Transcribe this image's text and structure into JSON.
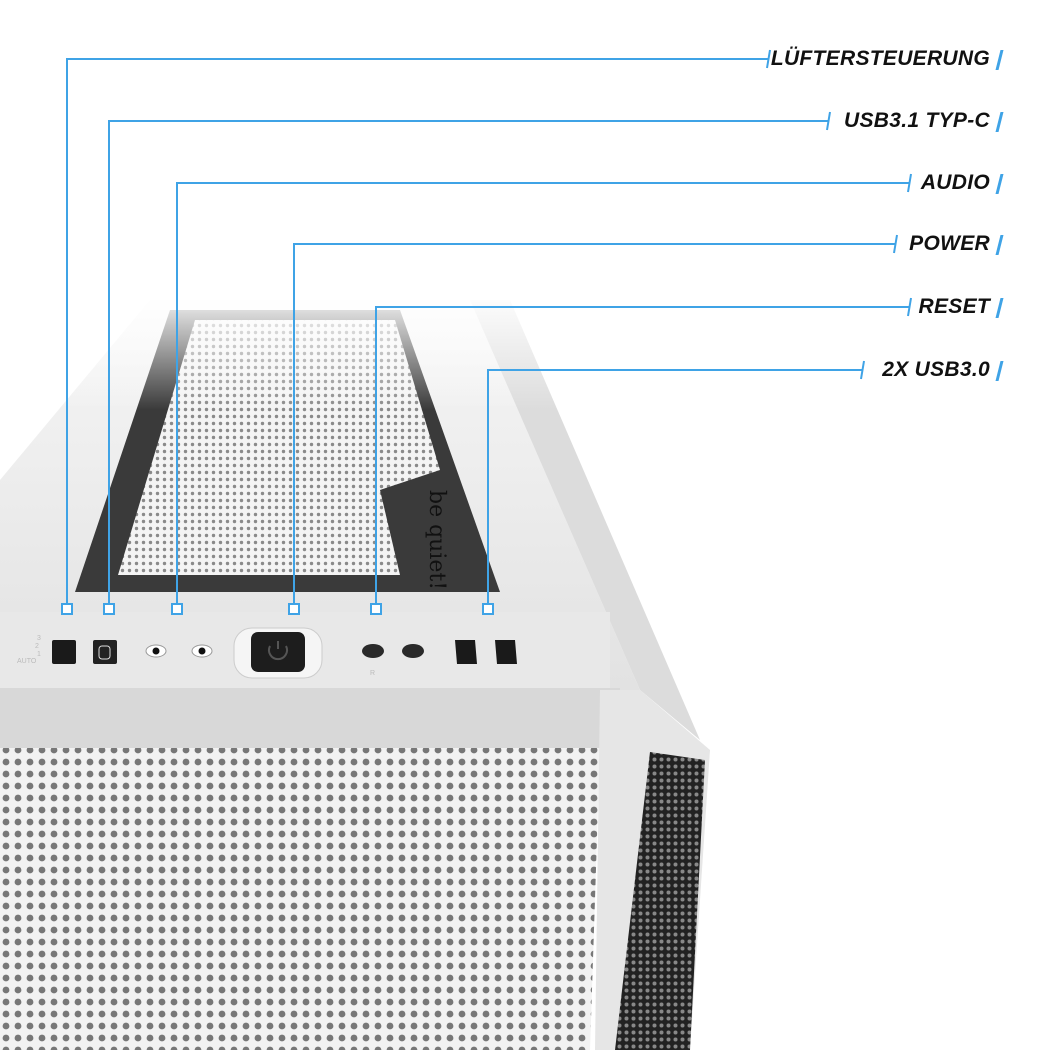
{
  "callouts": [
    {
      "label": "LÜFTERSTEUERUNG"
    },
    {
      "label": "USB3.1 TYP-C"
    },
    {
      "label": "AUDIO"
    },
    {
      "label": "POWER"
    },
    {
      "label": "RESET"
    },
    {
      "label": "2X USB3.0"
    }
  ],
  "panel": {
    "fan_levels": [
      "3",
      "2",
      "1",
      "AUTO"
    ],
    "reset_mark": "R"
  },
  "logo": "be quiet!",
  "colors": {
    "accent": "#3fa3e6",
    "case": "#e4e4e4",
    "mesh_frame": "#3a3a3a"
  }
}
